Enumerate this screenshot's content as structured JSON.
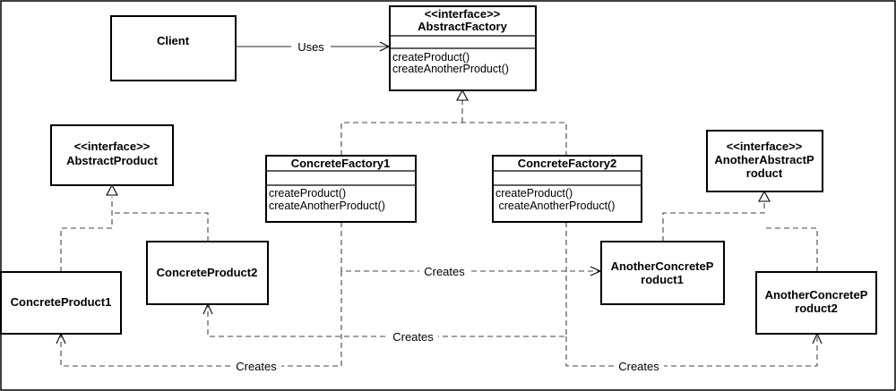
{
  "classes": {
    "client": {
      "name": "Client"
    },
    "abstract_factory": {
      "stereotype": "<<interface>>",
      "name": "AbstractFactory",
      "methods": [
        "createProduct()",
        "createAnotherProduct()"
      ]
    },
    "concrete_factory1": {
      "name": "ConcreteFactory1",
      "methods": [
        "createProduct()",
        "createAnotherProduct()"
      ]
    },
    "concrete_factory2": {
      "name": "ConcreteFactory2",
      "methods": [
        "createProduct()",
        " createAnotherProduct()"
      ]
    },
    "abstract_product": {
      "stereotype": "<<interface>>",
      "name": "AbstractProduct"
    },
    "another_abstract_product": {
      "stereotype": "<<interface>>",
      "name_lines": [
        "AnotherAbstractP",
        "roduct"
      ]
    },
    "concrete_product1": {
      "name": "ConcreteProduct1"
    },
    "concrete_product2": {
      "name": "ConcreteProduct2"
    },
    "another_concrete_product1": {
      "name_lines": [
        "AnotherConcreteP",
        "roduct1"
      ]
    },
    "another_concrete_product2": {
      "name_lines": [
        "AnotherConcreteP",
        "roduct2"
      ]
    }
  },
  "relations": {
    "uses_label": "Uses",
    "creates_top": "Creates",
    "creates_middle": "Creates",
    "creates_bottom_left": "Creates",
    "creates_bottom_right": "Creates"
  }
}
